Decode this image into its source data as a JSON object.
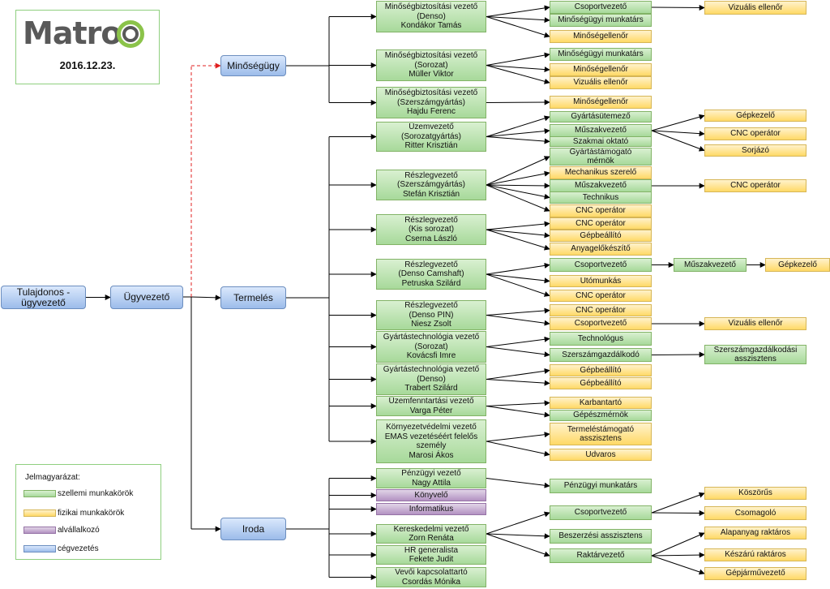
{
  "colors": {
    "szellemi": "#a7d99a",
    "fizikai": "#ffd966",
    "alvallalkozo": "#b392c2",
    "cegvezetes": "#9cbcea",
    "border_accent": "#8fcf7f",
    "line": "#000000",
    "dashed_line": "#e02020"
  },
  "logo": {
    "word": "Matro",
    "date": "2016.12.23."
  },
  "legend": {
    "title": "Jelmagyarázat:",
    "items": [
      {
        "label": "szellemi munkakörök",
        "type": "green"
      },
      {
        "label": "fizikai munkakörök",
        "type": "yellow"
      },
      {
        "label": "alvállalkozó",
        "type": "purple"
      },
      {
        "label": "cégvezetés",
        "type": "blue"
      }
    ]
  },
  "nodes": [
    {
      "id": "tulajdonos",
      "type": "blue",
      "text": "Tulajdonos -\nügyvezető"
    },
    {
      "id": "ugyvezeto",
      "type": "blue",
      "text": "Ügyvezető"
    },
    {
      "id": "minosegugy",
      "type": "blue",
      "text": "Minőségügy"
    },
    {
      "id": "termeles",
      "type": "blue",
      "text": "Termelés"
    },
    {
      "id": "iroda",
      "type": "blue",
      "text": "Iroda"
    },
    {
      "id": "mbv_denso",
      "type": "green",
      "text": "Minőségbiztosítási vezető\n(Denso)\nKondákor Tamás"
    },
    {
      "id": "mbv_sorozat",
      "type": "green",
      "text": "Minőségbiztosítási vezető\n(Sorozat)\nMüller Viktor"
    },
    {
      "id": "mbv_szersz",
      "type": "green",
      "text": "Minőségbiztosítási vezető\n(Szerszámgyártás)\nHajdu Ferenc"
    },
    {
      "id": "uzemvezeto",
      "type": "green",
      "text": "Üzemvezető\n(Sorozatgyártás)\nRitter Krisztián"
    },
    {
      "id": "rv_szersz",
      "type": "green",
      "text": "Részlegvezető\n(Szerszámgyártás)\nStefán Krisztián"
    },
    {
      "id": "rv_kis",
      "type": "green",
      "text": "Részlegvezető\n(Kis sorozat)\nCserna László"
    },
    {
      "id": "rv_camshaft",
      "type": "green",
      "text": "Részlegvezető\n(Denso Camshaft)\nPetruska Szilárd"
    },
    {
      "id": "rv_pin",
      "type": "green",
      "text": "Részlegvezető\n(Denso PIN)\nNiesz Zsolt"
    },
    {
      "id": "gytv_sorozat",
      "type": "green",
      "text": "Gyártástechnológia vezető\n(Sorozat)\nKovácsfi Imre"
    },
    {
      "id": "gytv_denso",
      "type": "green",
      "text": "Gyártástechnológia vezető\n(Denso)\nTrabert Szilárd"
    },
    {
      "id": "uzemfenn",
      "type": "green",
      "text": "Üzemfenntartási vezető\nVarga Péter"
    },
    {
      "id": "kornyezet",
      "type": "green",
      "text": "Környezetvédelmi vezető\nEMAS vezetéséért felelős\nszemély\nMarosi Ákos"
    },
    {
      "id": "penzugyi_vez",
      "type": "green",
      "text": "Pénzügyi vezető\nNagy Attila"
    },
    {
      "id": "konyvelo",
      "type": "purple",
      "text": "Könyvelő"
    },
    {
      "id": "informatikus",
      "type": "purple",
      "text": "Informatikus"
    },
    {
      "id": "keresk_vez",
      "type": "green",
      "text": "Kereskedelmi vezető\nZorn Renáta"
    },
    {
      "id": "hr",
      "type": "green",
      "text": "HR generalista\nFekete Judit"
    },
    {
      "id": "vevoi",
      "type": "green",
      "text": "Vevői kapcsolattartó\nCsordás Mónika"
    },
    {
      "id": "c1_csop",
      "type": "green",
      "text": "Csoportvezető"
    },
    {
      "id": "c1_minmunk",
      "type": "green",
      "text": "Minőségügyi munkatárs"
    },
    {
      "id": "c1_minell",
      "type": "yellow",
      "text": "Minőségellenőr"
    },
    {
      "id": "c2_minmunk",
      "type": "green",
      "text": "Minőségügyi munkatárs"
    },
    {
      "id": "c2_minell",
      "type": "yellow",
      "text": "Minőségellenőr"
    },
    {
      "id": "c2_vizualis",
      "type": "yellow",
      "text": "Vizuális ellenőr"
    },
    {
      "id": "c3_minell",
      "type": "yellow",
      "text": "Minőségellenőr"
    },
    {
      "id": "c4_gyartasut",
      "type": "green",
      "text": "Gyártásütemező"
    },
    {
      "id": "c4_muszak",
      "type": "green",
      "text": "Műszakvezető"
    },
    {
      "id": "c4_szakmai",
      "type": "green",
      "text": "Szakmai oktató"
    },
    {
      "id": "c5_gyartastam",
      "type": "green",
      "text": "Gyártástámogató\nmérnök"
    },
    {
      "id": "c5_mechanikus",
      "type": "yellow",
      "text": "Mechanikus szerelő"
    },
    {
      "id": "c5_muszak",
      "type": "green",
      "text": "Műszakvezető"
    },
    {
      "id": "c5_technikus",
      "type": "green",
      "text": "Technikus"
    },
    {
      "id": "c5_cnc",
      "type": "yellow",
      "text": "CNC operátor"
    },
    {
      "id": "c6_cnc",
      "type": "yellow",
      "text": "CNC operátor"
    },
    {
      "id": "c6_gepbeall",
      "type": "yellow",
      "text": "Gépbeállító"
    },
    {
      "id": "c6_anyag",
      "type": "yellow",
      "text": "Anyagelőkészítő"
    },
    {
      "id": "c7_csop",
      "type": "green",
      "text": "Csoportvezető"
    },
    {
      "id": "c7_utomunkas",
      "type": "yellow",
      "text": "Utómunkás"
    },
    {
      "id": "c7_cnc",
      "type": "yellow",
      "text": "CNC operátor"
    },
    {
      "id": "c8_cnc",
      "type": "yellow",
      "text": "CNC operátor"
    },
    {
      "id": "c8_csop",
      "type": "yellow",
      "text": "Csoportvezető"
    },
    {
      "id": "c9_techn",
      "type": "green",
      "text": "Technológus"
    },
    {
      "id": "c9_szersz",
      "type": "green",
      "text": "Szerszámgazdálkodó"
    },
    {
      "id": "c10_gepbeall1",
      "type": "yellow",
      "text": "Gépbeállító"
    },
    {
      "id": "c10_gepbeall2",
      "type": "yellow",
      "text": "Gépbeállító"
    },
    {
      "id": "c11_karbantarto",
      "type": "yellow",
      "text": "Karbantartó"
    },
    {
      "id": "c11_gepesz",
      "type": "green",
      "text": "Gépészmérnök"
    },
    {
      "id": "c12_termelestam",
      "type": "yellow",
      "text": "Termeléstámogató\nasszisztens"
    },
    {
      "id": "c12_udvaros",
      "type": "yellow",
      "text": "Udvaros"
    },
    {
      "id": "c13_penzugyi",
      "type": "green",
      "text": "Pénzügyi munkatárs"
    },
    {
      "id": "c14_csop",
      "type": "green",
      "text": "Csoportvezető"
    },
    {
      "id": "c14_beszerzesi",
      "type": "green",
      "text": "Beszerzési asszisztens"
    },
    {
      "id": "c14_raktarvez",
      "type": "green",
      "text": "Raktárvezető"
    },
    {
      "id": "d1_vizualis",
      "type": "yellow",
      "text": "Vizuális ellenőr"
    },
    {
      "id": "d4_gepkezelo",
      "type": "yellow",
      "text": "Gépkezelő"
    },
    {
      "id": "d4_cnc",
      "type": "yellow",
      "text": "CNC operátor"
    },
    {
      "id": "d4_sorjazo",
      "type": "yellow",
      "text": "Sorjázó"
    },
    {
      "id": "d5_cnc",
      "type": "yellow",
      "text": "CNC operátor"
    },
    {
      "id": "d7_muszak",
      "type": "green",
      "text": "Műszakvezető"
    },
    {
      "id": "d7_gepkezelo",
      "type": "yellow",
      "text": "Gépkezelő"
    },
    {
      "id": "d8_vizualis",
      "type": "yellow",
      "text": "Vizuális ellenőr"
    },
    {
      "id": "d9_szersz_asszisztens",
      "type": "green",
      "text": "Szerszámgazdálkodási\nasszisztens"
    },
    {
      "id": "d14_koszorus",
      "type": "yellow",
      "text": "Köszörűs"
    },
    {
      "id": "d14_csomagolo",
      "type": "yellow",
      "text": "Csomagoló"
    },
    {
      "id": "d14_alapanyag",
      "type": "yellow",
      "text": "Alapanyag raktáros"
    },
    {
      "id": "d14_keszaru",
      "type": "yellow",
      "text": "Készárú raktáros"
    },
    {
      "id": "d14_gepjarmu",
      "type": "yellow",
      "text": "Gépjárművezető"
    }
  ]
}
